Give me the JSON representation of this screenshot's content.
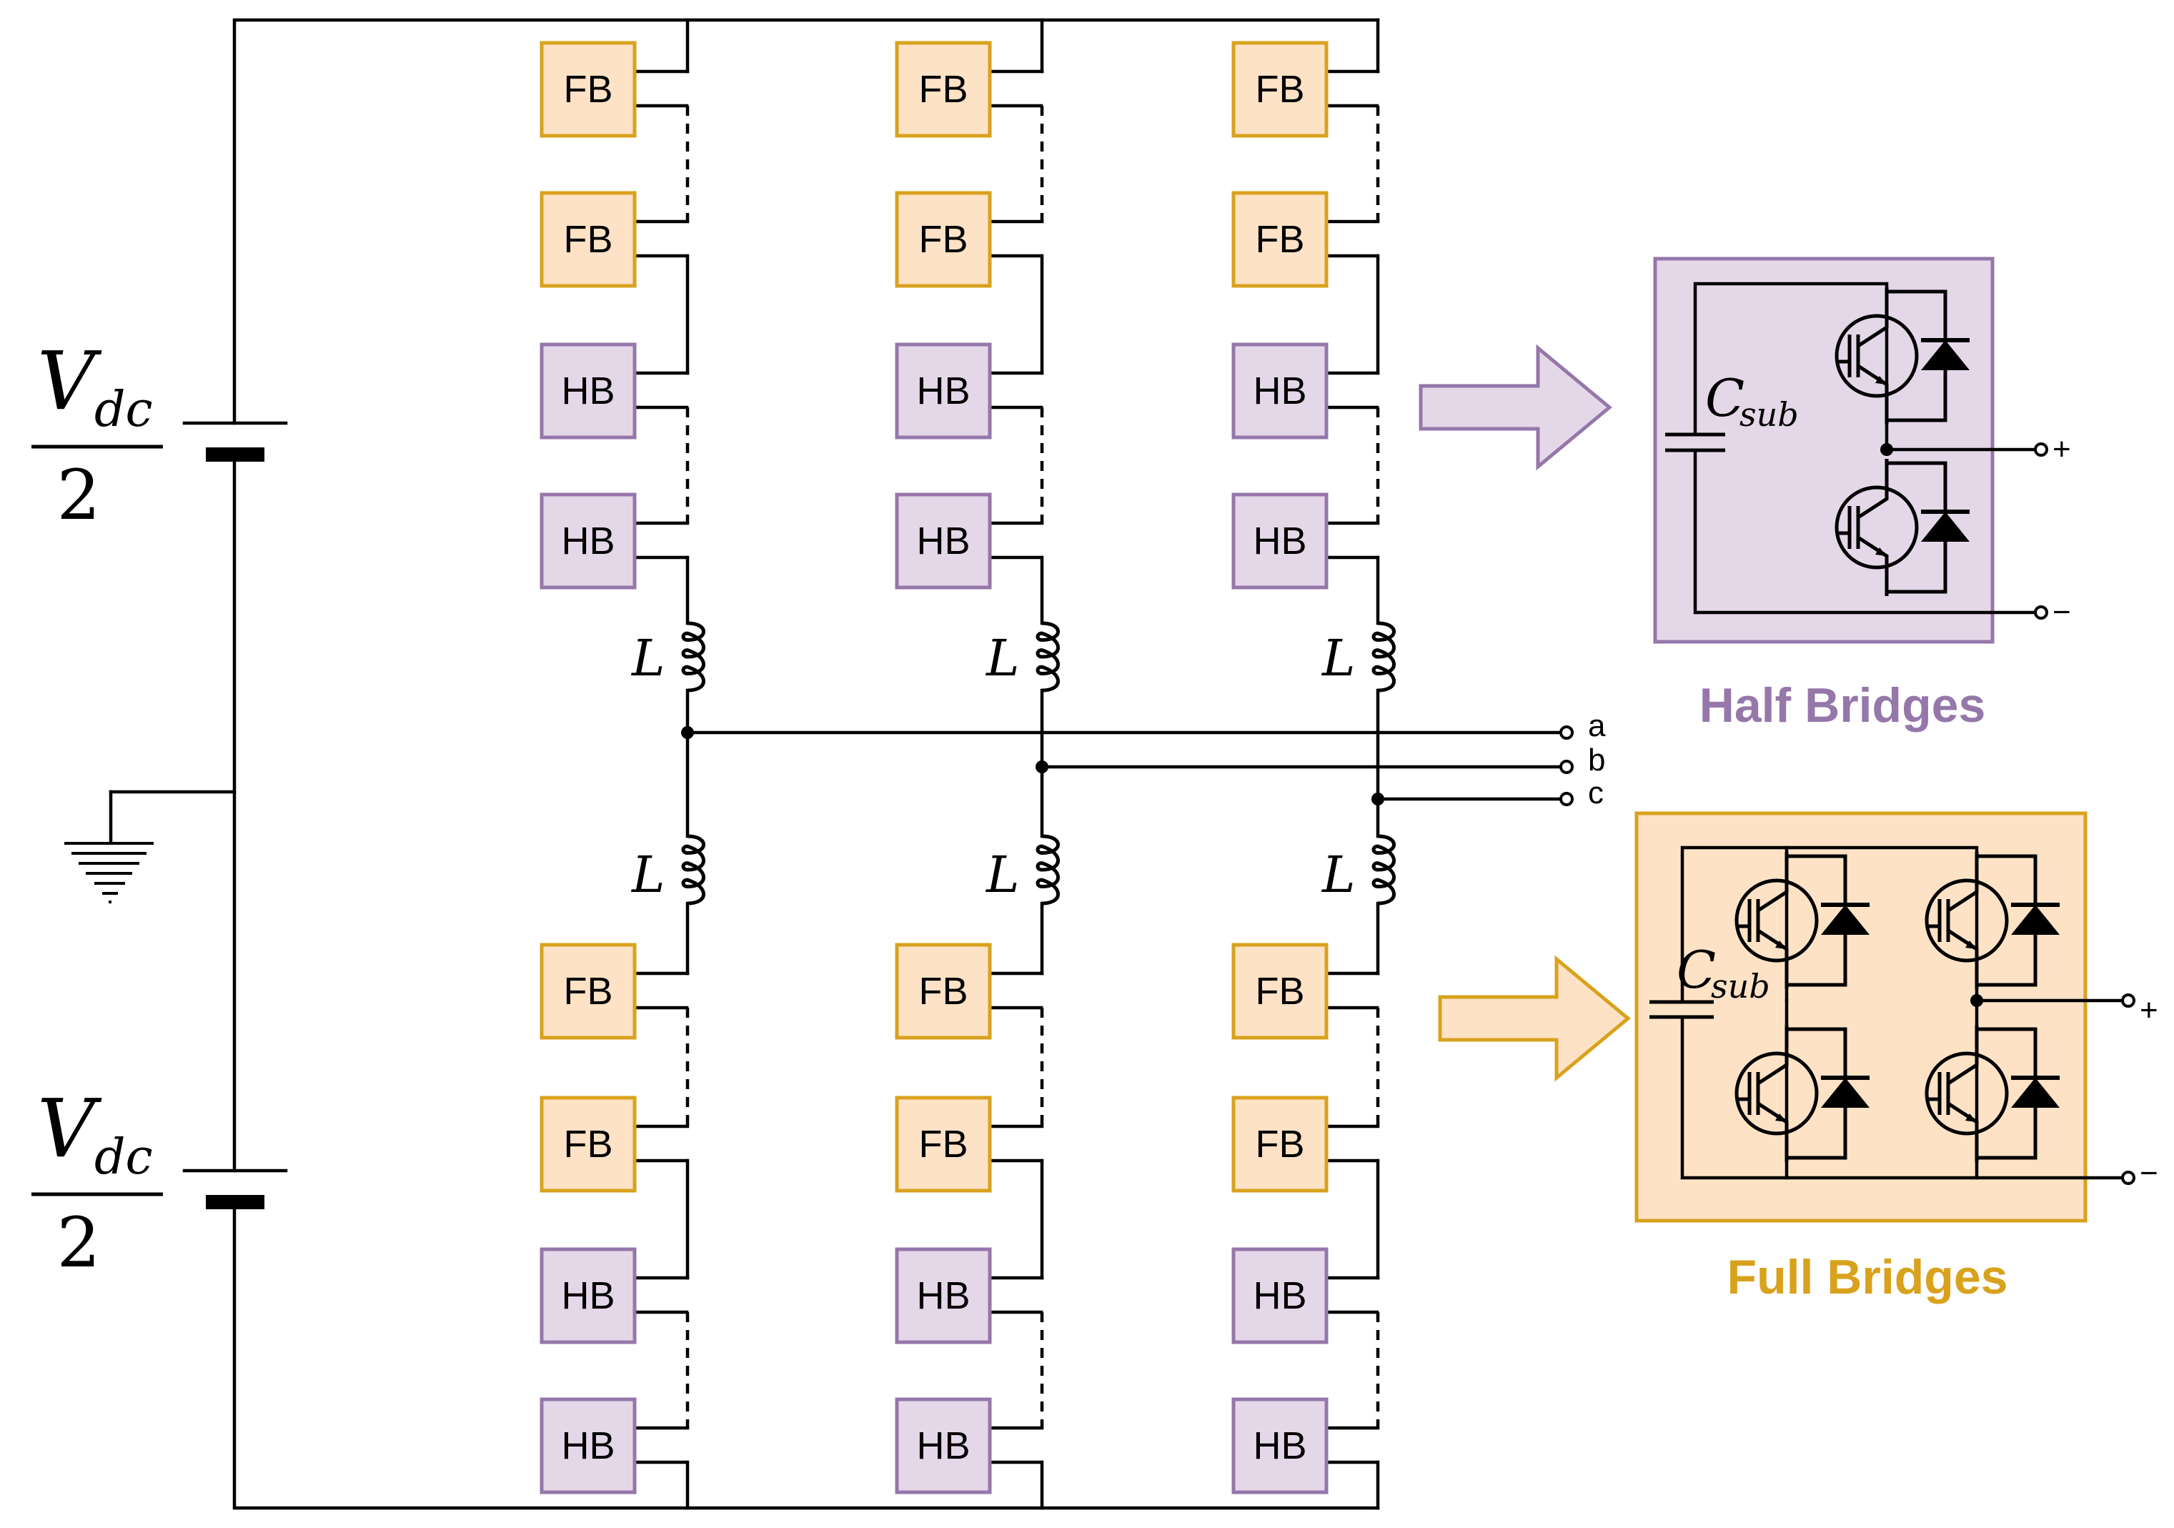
{
  "source": {
    "numerator": "V",
    "subscript": "dc",
    "denominator": "2"
  },
  "modules": {
    "fb_label": "FB",
    "hb_label": "HB",
    "fb_fill": "#fde2c6",
    "fb_stroke": "#d9a21d",
    "hb_fill": "#e4d8e8",
    "hb_stroke": "#9577aa"
  },
  "inductor_label": "L",
  "phases": [
    "a",
    "b",
    "c"
  ],
  "half_bridge": {
    "title": "Half Bridges",
    "cap_label": "C",
    "cap_sub": "sub",
    "plus": "+",
    "minus": "−",
    "color": "#9577aa"
  },
  "full_bridge": {
    "title": "Full Bridges",
    "cap_label": "C",
    "cap_sub": "sub",
    "plus": "+",
    "minus": "−",
    "color": "#d9a21d"
  }
}
